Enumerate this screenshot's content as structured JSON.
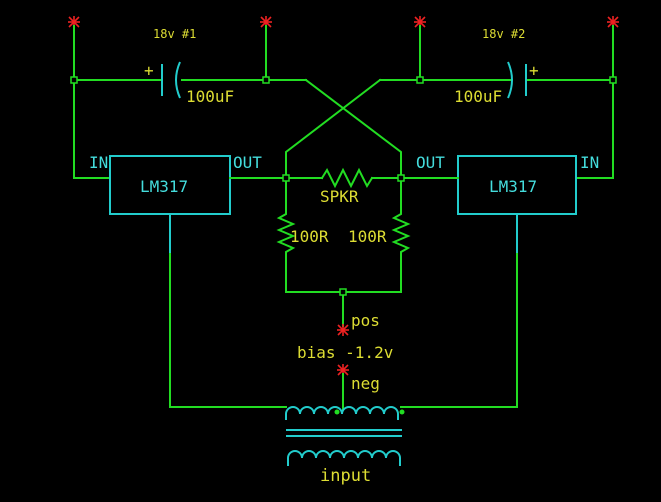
{
  "supplies": {
    "left": "18v #1",
    "right": "18v #2"
  },
  "capacitors": {
    "left_value": "100uF",
    "right_value": "100uF",
    "polarity": "+"
  },
  "regulators": {
    "left": {
      "part": "LM317",
      "in_label": "IN",
      "out_label": "OUT"
    },
    "right": {
      "part": "LM317",
      "in_label": "IN",
      "out_label": "OUT"
    }
  },
  "speaker_label": "SPKR",
  "resistors": {
    "left": "100R",
    "right": "100R"
  },
  "bias": {
    "pos": "pos",
    "label": "bias -1.2v",
    "neg": "neg"
  },
  "transformer_label": "input",
  "colors": {
    "wire": "#22dd22",
    "component": "#22cccc",
    "text": "#dddd33",
    "terminal": "#ee2222"
  }
}
